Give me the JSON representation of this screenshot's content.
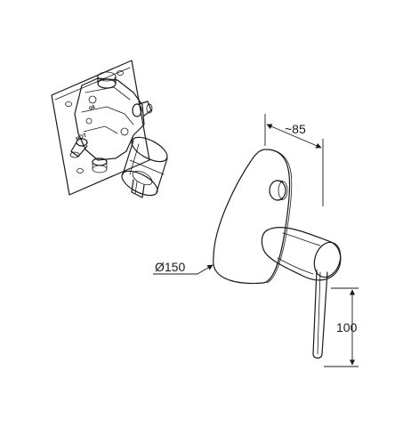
{
  "dimensions": {
    "depth_label": "~85",
    "diameter_label": "Ø150",
    "lever_height_label": "100"
  },
  "body_markings": {
    "top_mark": "08",
    "side_mark": "HOT"
  },
  "colors": {
    "line": "#1a1a1a",
    "background": "#ffffff"
  }
}
